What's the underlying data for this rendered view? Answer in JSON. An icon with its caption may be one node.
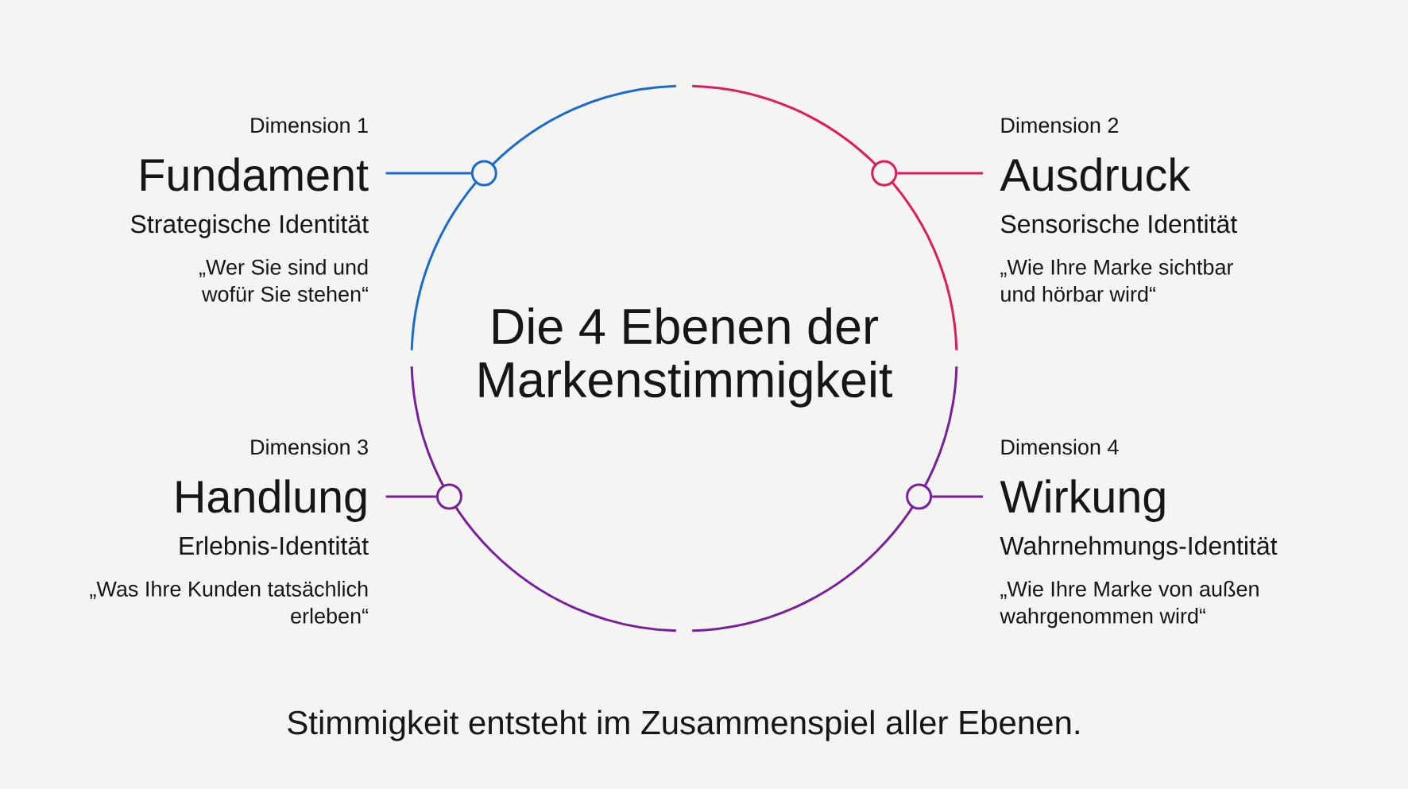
{
  "diagram": {
    "title": "Die 4 Ebenen der Markenstimmigkeit",
    "caption": "Stimmigkeit entsteht im Zusammenspiel aller Ebenen.",
    "nodes": [
      {
        "text": [
          "Dimension 1",
          "Fundament",
          "Strategische Identität",
          "„Wer Sie sind und wofür Sie stehen“"
        ]
      },
      {
        "text": [],
        "shape": "circle"
      },
      {
        "text": [],
        "shape": "circle"
      },
      {
        "text": [
          "Dimension 2",
          "Ausdruck",
          "Sensorische Identität",
          "„Wie Ihre Marke sichtbar und hörbar wird“"
        ]
      },
      {
        "text": [
          "Dimension 3",
          "Handlung",
          "Erlebnis-Identität",
          "„Was Ihre Kunden tatsächlich erleben“"
        ]
      },
      {
        "text": [],
        "shape": "circle"
      },
      {
        "text": [],
        "shape": "circle"
      },
      {
        "text": [
          "Dimension 4",
          "Wirkung",
          "Wahrnehmungs-Identität",
          "„Wie Ihre Marke von außen wahrgenommen wird“"
        ]
      }
    ],
    "edges": [
      {
        "from": 0,
        "to": 1,
        "arrow": "none",
        "color": "#1a6ad0"
      },
      {
        "from": 3,
        "to": 2,
        "arrow": "none",
        "color": "#e01a5f"
      },
      {
        "from": 4,
        "to": 5,
        "arrow": "none",
        "color": "#7a1f9c"
      },
      {
        "from": 7,
        "to": 6,
        "arrow": "none",
        "color": "#7a1f9c"
      }
    ]
  }
}
